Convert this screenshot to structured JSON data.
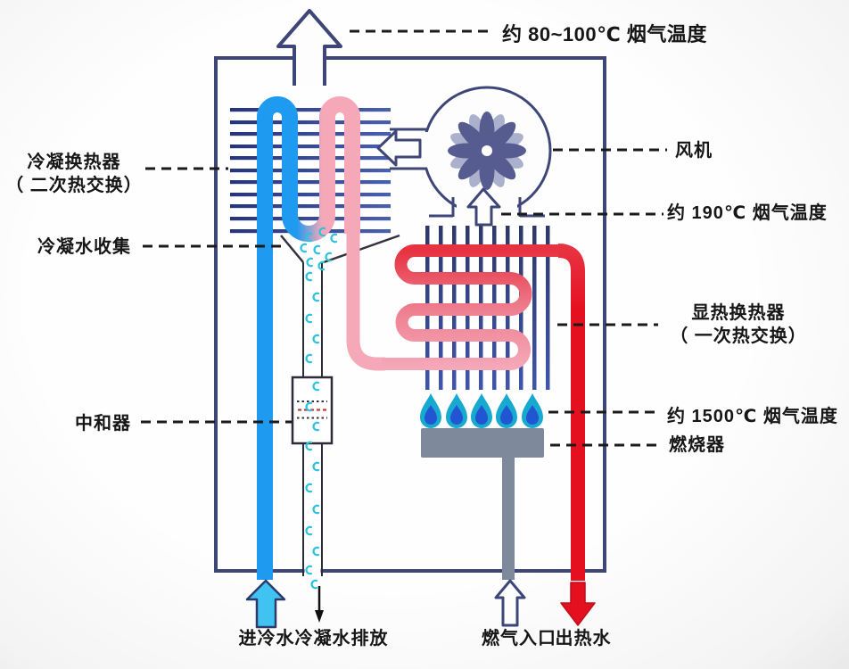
{
  "labels": {
    "flue_top": "约 80~100℃ 烟气温度",
    "condensing_hx_1": "冷凝换热器",
    "condensing_hx_2": "（ 二次热交换）",
    "condensate_collect": "冷凝水收集",
    "neutralizer": "中和器",
    "fan": "风机",
    "flue_190": "约 190℃ 烟气温度",
    "sensible_hx_1": "显热换热器",
    "sensible_hx_2": "（ 一次热交换）",
    "flue_1500": "约 1500℃ 烟气温度",
    "burner": "燃烧器",
    "cold_in": "进冷水",
    "condensate_drain": "冷凝水排放",
    "gas_in": "燃气入口",
    "hot_out": "出热水"
  },
  "colors": {
    "outline": "#3e4678",
    "cold_water": "#1e9af0",
    "warm_water": "#f5a8b8",
    "hot_water": "#e5101f",
    "flame_outer": "#17a9cf",
    "flame_inner": "#2155d2",
    "burner_gray": "#7e8a9c",
    "droplet": "#2bc3dc",
    "fin_navy": "#32428c",
    "fan_petal_dark": "#565b90",
    "fan_petal_light": "#abb0cd",
    "leader_line": "#1a1a1a"
  }
}
